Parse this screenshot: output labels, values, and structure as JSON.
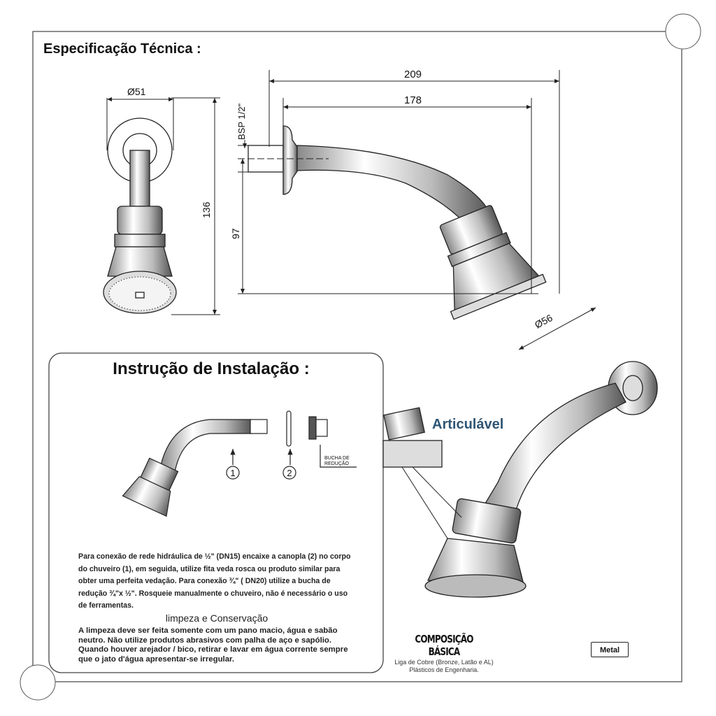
{
  "title": "Especificação Técnica :",
  "dimensions": {
    "front_diameter": "Ø51",
    "front_height": "136",
    "total_length": "209",
    "arm_length": "178",
    "thread": "BSP 1/2\"",
    "drop": "97",
    "head_diameter": "Ø56"
  },
  "installation": {
    "title": "Instrução de Instalação :",
    "part1": "1",
    "part2": "2",
    "bucha_line1": "BUCHA DE",
    "bucha_line2": "REDUÇÃO",
    "paragraph": "Para conexão de rede hidráulica de ½\" (DN15) encaixe a canopla (2) no corpo do chuveiro (1), em seguida, utilize fita veda rosca ou produto similar para obter uma perfeita vedação. Para conexão ¾\" ( DN20) utilize a bucha de redução ¾\"x ½\".  Rosqueie manualmente o chuveiro, não é necessário o uso de ferramentas.",
    "cleaning_title": "limpeza e Conservação",
    "cleaning_text": "A limpeza deve ser feita somente com um pano macio, água e sabão neutro. Não utilize produtos  abrasivos com palha de aço e sapólio. Quando houver arejador / bico, retirar e lavar em água corrente sempre que o jato d'água apresentar-se irregular."
  },
  "articulavel": "Articulável",
  "composition": {
    "title": "COMPOSIÇÃO BÁSICA",
    "line1": "Liga de Cobre (Bronze, Latão e AL)",
    "line2": "Plásticos de Engenharia."
  },
  "material_badge": "Metal",
  "colors": {
    "accent": "#2f5573",
    "line": "#222222"
  }
}
